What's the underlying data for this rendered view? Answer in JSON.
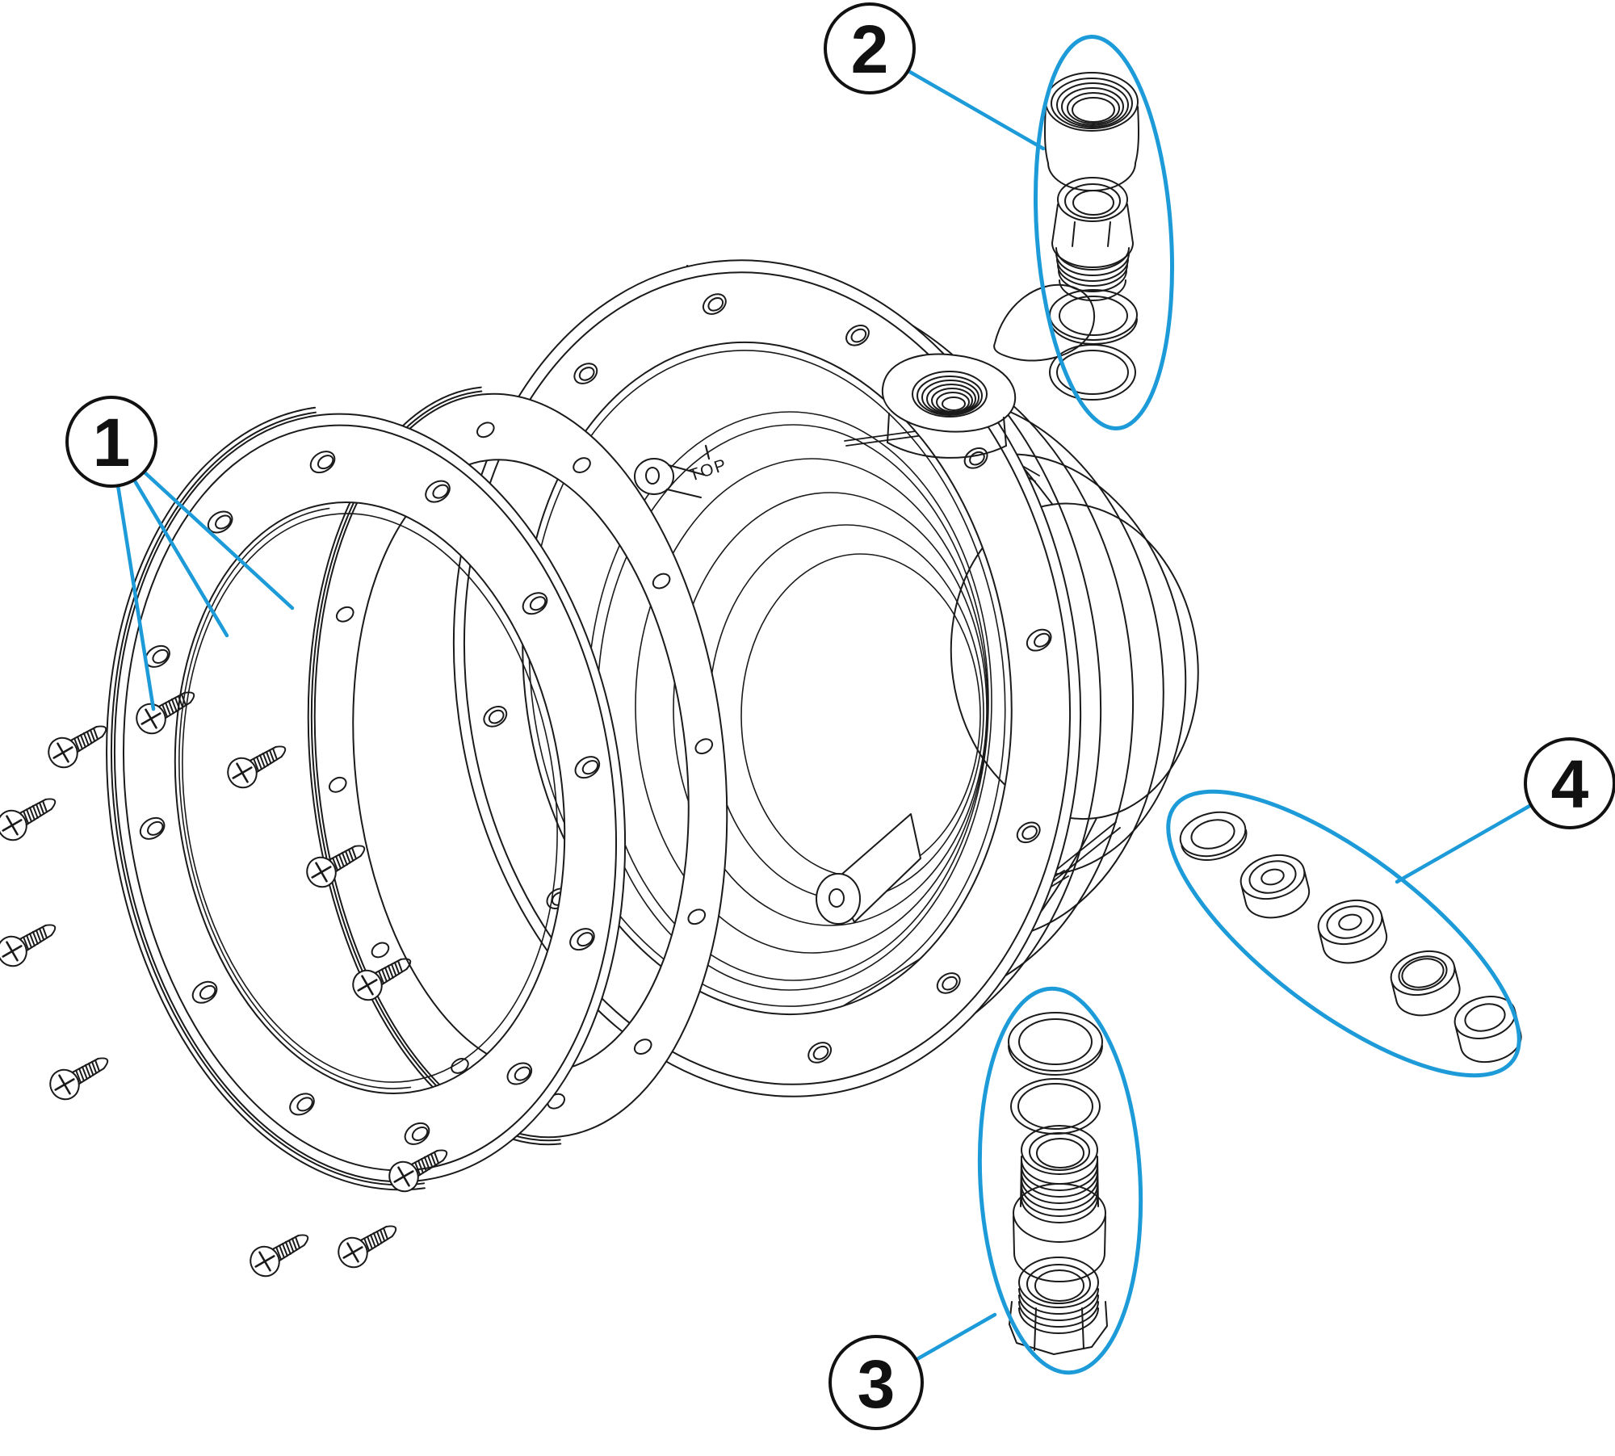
{
  "diagram": {
    "background_color": "#ffffff",
    "line_color": "#1a1a1a",
    "accent_color": "#1d9bd9",
    "body_marking": "TOP",
    "callouts": [
      {
        "label": "1"
      },
      {
        "label": "2"
      },
      {
        "label": "3"
      },
      {
        "label": "4"
      }
    ]
  }
}
